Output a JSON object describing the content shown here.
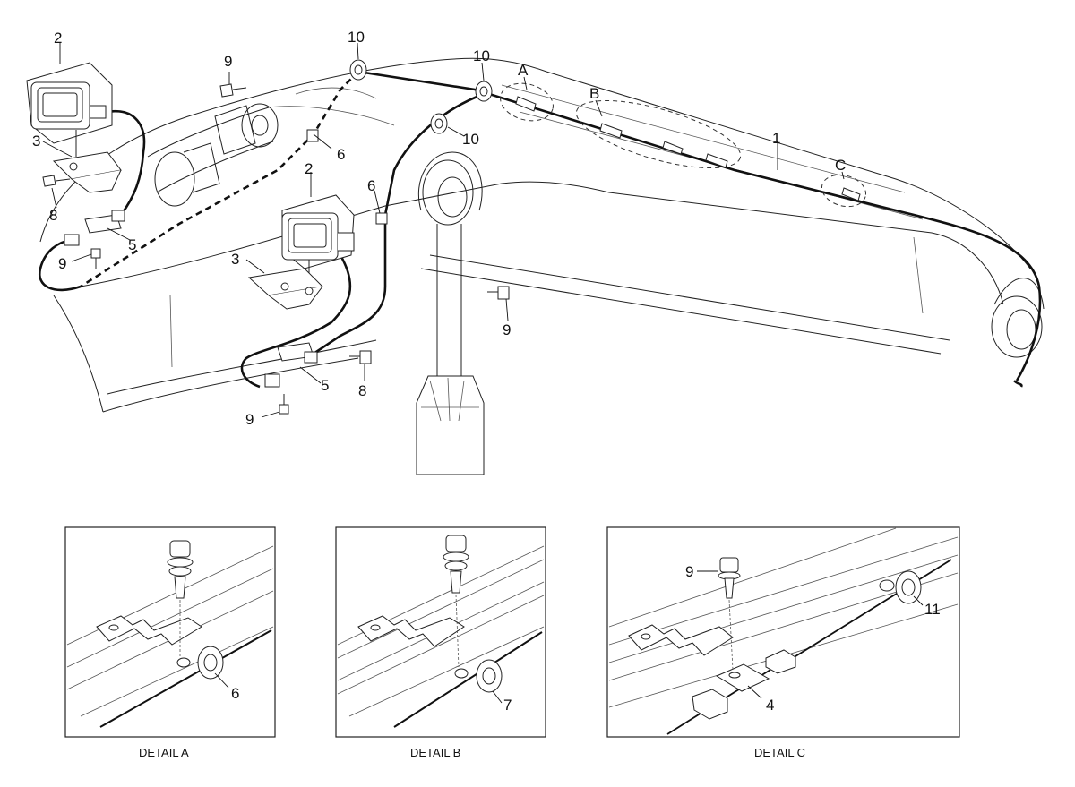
{
  "callouts": {
    "n1": "1",
    "n2": "2",
    "n3": "3",
    "n4": "4",
    "n5": "5",
    "n6": "6",
    "n7": "7",
    "n8": "8",
    "n9": "9",
    "n10": "10",
    "n11": "11"
  },
  "detail_markers": {
    "a": "A",
    "b": "B",
    "c": "C"
  },
  "details": {
    "a": "DETAIL A",
    "b": "DETAIL B",
    "c": "DETAIL C"
  }
}
